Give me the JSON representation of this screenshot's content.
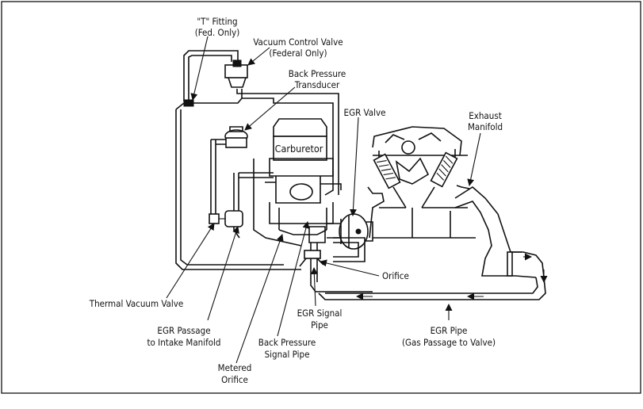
{
  "labels": {
    "t_fitting_1": "\"T\" Fitting",
    "t_fitting_2": "(Fed. Only)",
    "vcv_1": "Vacuum Control Valve",
    "vcv_2": "(Federal Only)",
    "bpt_1": "Back Pressure",
    "bpt_2": "Transducer",
    "egr_valve": "EGR Valve",
    "exhaust_1": "Exhaust",
    "exhaust_2": "Manifold",
    "carburetor": "Carburetor",
    "orifice": "Orifice",
    "tvv": "Thermal Vacuum Valve",
    "egr_passage_1": "EGR Passage",
    "egr_passage_2": "to Intake Manifold",
    "egr_signal_1": "EGR Signal",
    "egr_signal_2": "Pipe",
    "bp_signal_1": "Back Pressure",
    "bp_signal_2": "Signal Pipe",
    "egr_pipe_1": "EGR Pipe",
    "egr_pipe_2": "(Gas Passage to Valve)",
    "metered_1": "Metered",
    "metered_2": "Orifice"
  }
}
